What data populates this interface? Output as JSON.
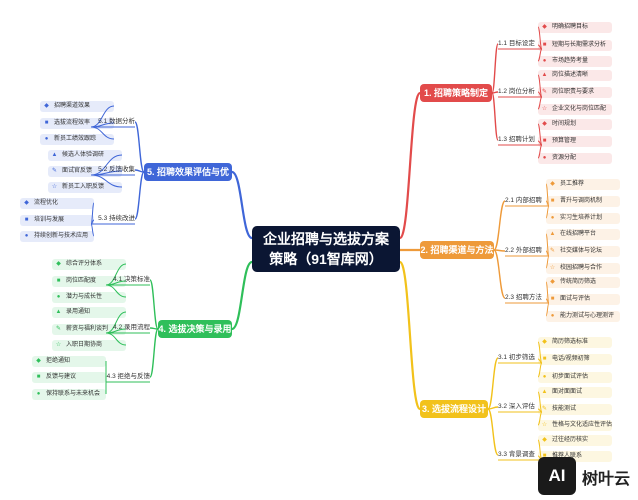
{
  "center": {
    "title": "企业招聘与选拔方案策略（91智库网）"
  },
  "branches": {
    "b1": {
      "label": "1. 招聘策略制定",
      "color": "#e24b4b",
      "subs": {
        "s1": {
          "label": "1.1 目标设定",
          "leaves": [
            "明确招聘目标",
            "短期与长期需求分析",
            "市场趋势考量"
          ]
        },
        "s2": {
          "label": "1.2 岗位分析",
          "leaves": [
            "岗位描述清晰",
            "岗位职责与要求",
            "企业文化与岗位匹配"
          ]
        },
        "s3": {
          "label": "1.3 招聘计划",
          "leaves": [
            "时间规划",
            "预算管理",
            "资源分配"
          ]
        }
      }
    },
    "b2": {
      "label": "2. 招聘渠道与方法",
      "color": "#ee9a3a",
      "subs": {
        "s1": {
          "label": "2.1 内部招聘",
          "leaves": [
            "员工推荐",
            "晋升与调岗机制",
            "实习生培养计划"
          ]
        },
        "s2": {
          "label": "2.2 外部招聘",
          "leaves": [
            "在线招聘平台",
            "社交媒体与论坛",
            "校园招聘与合作"
          ]
        },
        "s3": {
          "label": "2.3 招聘方法",
          "leaves": [
            "传统简历筛选",
            "面试与评估",
            "能力测试与心理测评"
          ]
        }
      }
    },
    "b3": {
      "label": "3. 选拔流程设计",
      "color": "#f2c21b",
      "subs": {
        "s1": {
          "label": "3.1 初步筛选",
          "leaves": [
            "简历筛选标准",
            "电话/视频初筛",
            "初步面试评估"
          ]
        },
        "s2": {
          "label": "3.2 深入评估",
          "leaves": [
            "面对面面试",
            "技能测试",
            "性格与文化适应性评估"
          ]
        },
        "s3": {
          "label": "3.3 背景调查",
          "leaves": [
            "过往经历核实",
            "推荐人联系"
          ]
        }
      }
    },
    "b4": {
      "label": "4. 选拔决策与录用",
      "color": "#2fbf5a",
      "subs": {
        "s1": {
          "label": "4.1 决策标准",
          "leaves": [
            "综合评分体系",
            "岗位匹配度",
            "潜力与成长性"
          ]
        },
        "s2": {
          "label": "4.2 录用流程",
          "leaves": [
            "录用通知",
            "薪资与福利谈判",
            "入职日期协商"
          ]
        },
        "s3": {
          "label": "4.3 拒绝与反馈",
          "leaves": [
            "拒绝通知",
            "反馈与建议",
            "保持联系与未来机会"
          ]
        }
      }
    },
    "b5": {
      "label": "5. 招聘效果评估与优化",
      "color": "#3f66d8",
      "subs": {
        "s1": {
          "label": "5.1 数据分析",
          "leaves": [
            "招聘渠道效果",
            "选拔流程效率",
            "新员工绩效跟踪"
          ]
        },
        "s2": {
          "label": "5.2 反馈收集",
          "leaves": [
            "候选人体验调研",
            "面试官反馈",
            "新员工入职反馈"
          ]
        },
        "s3": {
          "label": "5.3 持续改进",
          "leaves": [
            "流程优化",
            "培训与发展",
            "持续创新与技术应用"
          ]
        }
      }
    }
  },
  "watermark": {
    "text": "树叶云",
    "logo": "AI"
  }
}
